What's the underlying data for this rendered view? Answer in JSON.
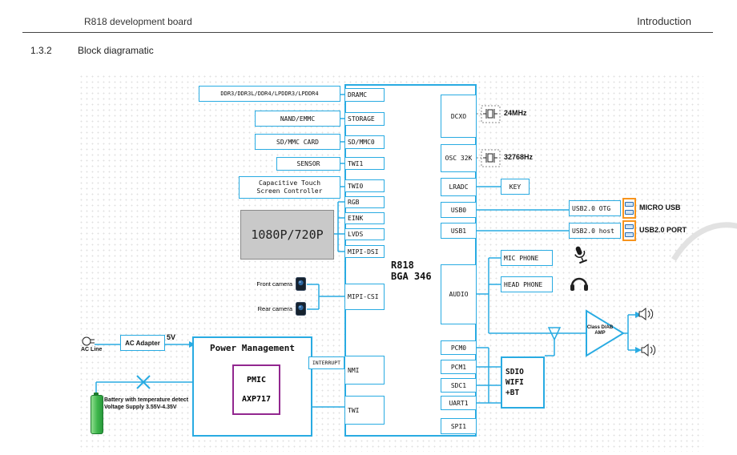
{
  "page": {
    "header_left": "R818 development board",
    "header_right": "Introduction",
    "section_number": "1.3.2",
    "section_title": "Block diagramatic"
  },
  "blocks": {
    "ddr": "DDR3/DDR3L/DDR4/LPDDR3/LPDDR4",
    "nand": "NAND/EMMC",
    "sd": "SD/MMC CARD",
    "sensor": "SENSOR",
    "touch1": "Capacitive Touch",
    "touch2": "Screen Controller",
    "display": "1080P/720P"
  },
  "cameras": {
    "front": "Front camera",
    "rear": "Rear camera"
  },
  "chip": {
    "name": "R818",
    "package": "BGA 346",
    "left_ports": [
      "DRAMC",
      "STORAGE",
      "SD/MMC0",
      "TWI1",
      "TWI0",
      "RGB",
      "EINK",
      "LVDS",
      "MIPI-DSI",
      "MIPI-CSI",
      "NMI",
      "TWI"
    ],
    "right_ports": [
      "DCXO",
      "OSC 32K",
      "LRADC",
      "USB0",
      "USB1",
      "AUDIO",
      "PCM0",
      "PCM1",
      "SDC1",
      "UART1",
      "SPI1"
    ]
  },
  "power": {
    "ac_line": "AC Line",
    "ac_adapter": "AC Adapter",
    "voltage": "5V",
    "pm_title": "Power Management",
    "pmic1": "PMIC",
    "pmic2": "AXP717",
    "battery1": "Battery with temperature detect",
    "battery2": "Voltage Supply 3.55V-4.35V",
    "interrupt": "INTERRUPT"
  },
  "right": {
    "xtal1": "24MHz",
    "xtal2": "32768Hz",
    "key": "KEY",
    "usb_otg": "USB2.0 OTG",
    "micro_usb": "MICRO USB",
    "usb_host": "USB2.0 host",
    "usb_port": "USB2.0 PORT",
    "mic": "MIC PHONE",
    "head": "HEAD PHONE",
    "amp1": "Class D/AB",
    "amp2": "AMP",
    "wifi1": "SDIO WIFI",
    "wifi2": "+BT"
  },
  "colors": {
    "wire_blue": "#29ABE2",
    "connector_orange": "#F7941D",
    "pmic_purple": "#92278F",
    "battery_green": "#3CB54A",
    "display_gray": "#c9c9c9"
  }
}
